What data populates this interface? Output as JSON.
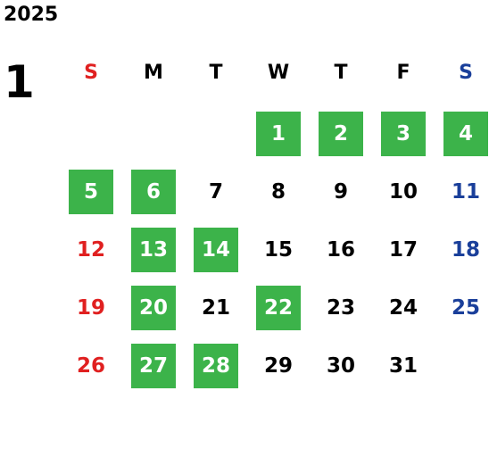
{
  "calendar": {
    "year": "2025",
    "month": "1",
    "weekdays": [
      "S",
      "M",
      "T",
      "W",
      "T",
      "F",
      "S"
    ],
    "colors": {
      "sunday": "#e02020",
      "saturday": "#1a3f9a",
      "weekday": "#000000",
      "highlight_bg": "#3cb34a",
      "highlight_text": "#ffffff"
    },
    "days": [
      {
        "label": "1",
        "highlight": true
      },
      {
        "label": "2",
        "highlight": true
      },
      {
        "label": "3",
        "highlight": true
      },
      {
        "label": "4",
        "highlight": true
      },
      {
        "label": "5",
        "highlight": true
      },
      {
        "label": "6",
        "highlight": true
      },
      {
        "label": "7",
        "highlight": false
      },
      {
        "label": "8",
        "highlight": false
      },
      {
        "label": "9",
        "highlight": false
      },
      {
        "label": "10",
        "highlight": false
      },
      {
        "label": "11",
        "highlight": false
      },
      {
        "label": "12",
        "highlight": false
      },
      {
        "label": "13",
        "highlight": true
      },
      {
        "label": "14",
        "highlight": true
      },
      {
        "label": "15",
        "highlight": false
      },
      {
        "label": "16",
        "highlight": false
      },
      {
        "label": "17",
        "highlight": false
      },
      {
        "label": "18",
        "highlight": false
      },
      {
        "label": "19",
        "highlight": false
      },
      {
        "label": "20",
        "highlight": true
      },
      {
        "label": "21",
        "highlight": false
      },
      {
        "label": "22",
        "highlight": true
      },
      {
        "label": "23",
        "highlight": false
      },
      {
        "label": "24",
        "highlight": false
      },
      {
        "label": "25",
        "highlight": false
      },
      {
        "label": "26",
        "highlight": false
      },
      {
        "label": "27",
        "highlight": true
      },
      {
        "label": "28",
        "highlight": true
      },
      {
        "label": "29",
        "highlight": false
      },
      {
        "label": "30",
        "highlight": false
      },
      {
        "label": "31",
        "highlight": false
      }
    ]
  }
}
